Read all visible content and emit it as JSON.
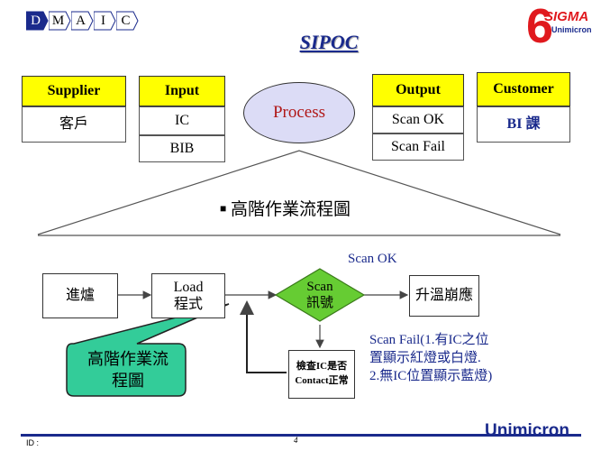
{
  "nav": {
    "steps": [
      "D",
      "M",
      "A",
      "I",
      "C"
    ],
    "active_index": 0
  },
  "logo": {
    "numeral": "6",
    "word": "SIGMA",
    "sub": "Unimicron"
  },
  "title": "SIPOC",
  "sipoc": {
    "supplier": {
      "header": "Supplier",
      "items": [
        "客戶"
      ]
    },
    "input": {
      "header": "Input",
      "items": [
        "IC",
        "BIB"
      ]
    },
    "process": "Process",
    "output": {
      "header": "Output",
      "items": [
        "Scan OK",
        "Scan Fail"
      ]
    },
    "customer": {
      "header": "Customer",
      "items": [
        "BI 課"
      ]
    }
  },
  "flow": {
    "title": "高階作業流程圖",
    "step1": "進爐",
    "step2_line1": "Load",
    "step2_line2": "程式",
    "decision_line1": "Scan",
    "decision_line2": "訊號",
    "step_end": "升溫崩應",
    "check_line1": "檢查IC是否",
    "check_line2": "Contact正常",
    "scan_ok": "Scan OK",
    "scan_fail_line1": "Scan Fail(1.有IC之位",
    "scan_fail_line2": "置顯示紅燈或白燈.",
    "scan_fail_line3": "2.無IC位置顯示藍燈)",
    "callout_line1": "高階作業流",
    "callout_line2": "程圖"
  },
  "colors": {
    "header_fill": "#ffff00",
    "process_fill": "#dcdcf6",
    "decision_fill": "#66cc33",
    "callout_fill": "#33cc99",
    "accent": "#1a2a8c",
    "logo_red": "#e0191e"
  },
  "footer": {
    "brand": "Unimicron",
    "id_label": "ID :",
    "page": "4"
  }
}
